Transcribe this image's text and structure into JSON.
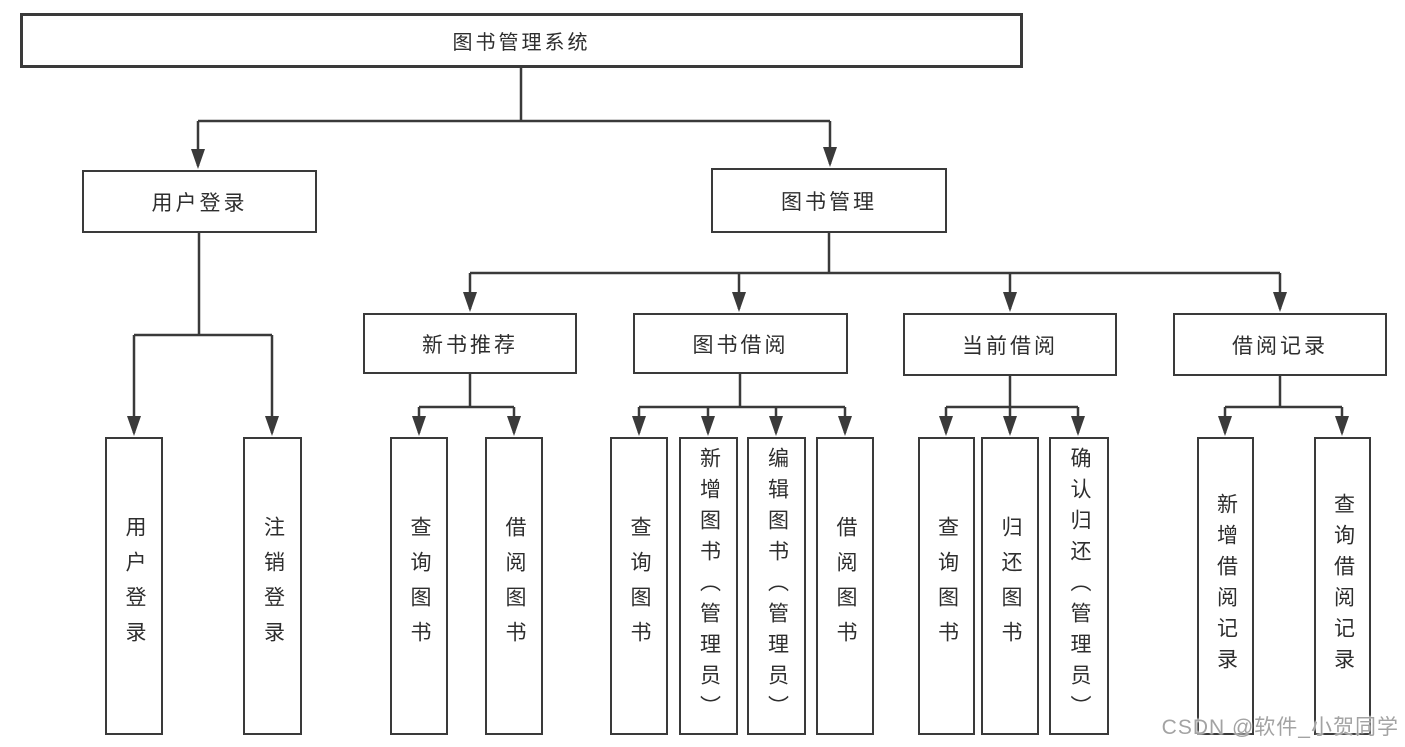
{
  "tree": {
    "root": {
      "label": "图书管理系统",
      "children": [
        {
          "label": "用户登录",
          "children": [
            {
              "label": "用户登录"
            },
            {
              "label": "注销登录"
            }
          ]
        },
        {
          "label": "图书管理",
          "children": [
            {
              "label": "新书推荐",
              "children": [
                {
                  "label": "查询图书"
                },
                {
                  "label": "借阅图书"
                }
              ]
            },
            {
              "label": "图书借阅",
              "children": [
                {
                  "label": "查询图书"
                },
                {
                  "label": "新增图书（管理员）"
                },
                {
                  "label": "编辑图书（管理员）"
                },
                {
                  "label": "借阅图书"
                }
              ]
            },
            {
              "label": "当前借阅",
              "children": [
                {
                  "label": "查询图书"
                },
                {
                  "label": "归还图书"
                },
                {
                  "label": "确认归还（管理员）"
                }
              ]
            },
            {
              "label": "借阅记录",
              "children": [
                {
                  "label": "新增借阅记录"
                },
                {
                  "label": "查询借阅记录"
                }
              ]
            }
          ]
        }
      ]
    }
  },
  "watermark": {
    "text": "CSDN @软件_小贺同学"
  },
  "colors": {
    "line": "#3a3a3a",
    "text": "#2e2e2e",
    "watermark": "#a3a3a3",
    "background": "#ffffff"
  }
}
